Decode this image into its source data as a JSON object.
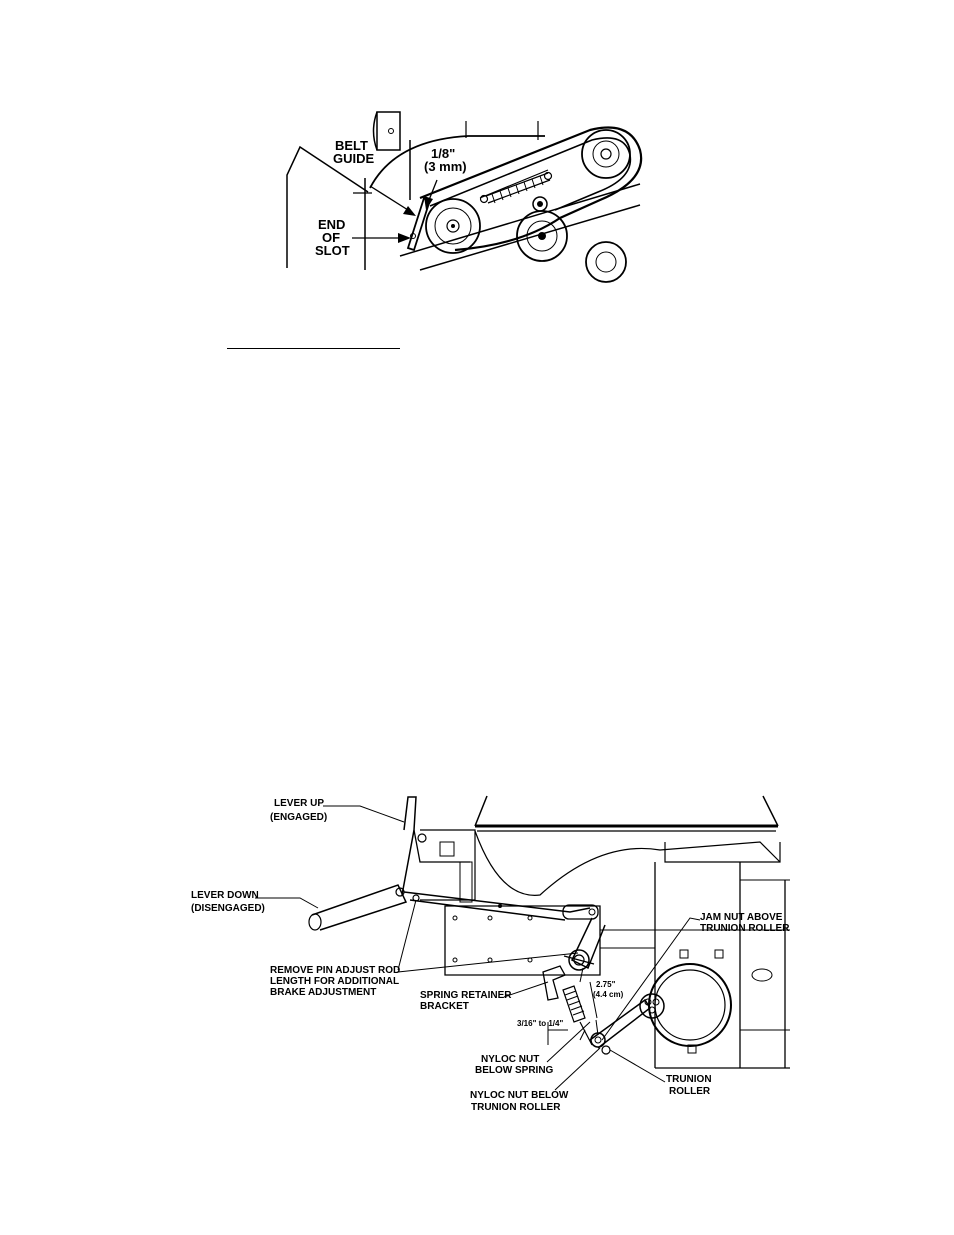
{
  "figure1": {
    "labels": {
      "belt_guide_1": "BELT",
      "belt_guide_2": "GUIDE",
      "gap_1": "1/8\"",
      "gap_2": "(3 mm)",
      "end_1": "END",
      "end_2": "OF",
      "end_3": "SLOT"
    }
  },
  "figure2": {
    "labels": {
      "lever_up_1": "LEVER UP",
      "lever_up_2": "(ENGAGED)",
      "lever_down_1": "LEVER DOWN",
      "lever_down_2": "(DISENGAGED)",
      "remove_pin_1": "REMOVE PIN ADJUST ROD",
      "remove_pin_2": "LENGTH FOR ADDITIONAL",
      "remove_pin_3": "BRAKE ADJUSTMENT",
      "spring_ret_1": "SPRING RETAINER",
      "spring_ret_2": "BRACKET",
      "dim_1": "2.75\"",
      "dim_2": "(4.4 cm)",
      "gap": "3/16\" to 1/4\"",
      "nyloc_spring_1": "NYLOC NUT",
      "nyloc_spring_2": "BELOW SPRING",
      "nyloc_trun_1": "NYLOC NUT BELOW",
      "nyloc_trun_2": "TRUNION ROLLER",
      "jam_nut_1": "JAM NUT ABOVE",
      "jam_nut_2": "TRUNION ROLLER",
      "trunion_1": "TRUNION",
      "trunion_2": "ROLLER"
    }
  }
}
